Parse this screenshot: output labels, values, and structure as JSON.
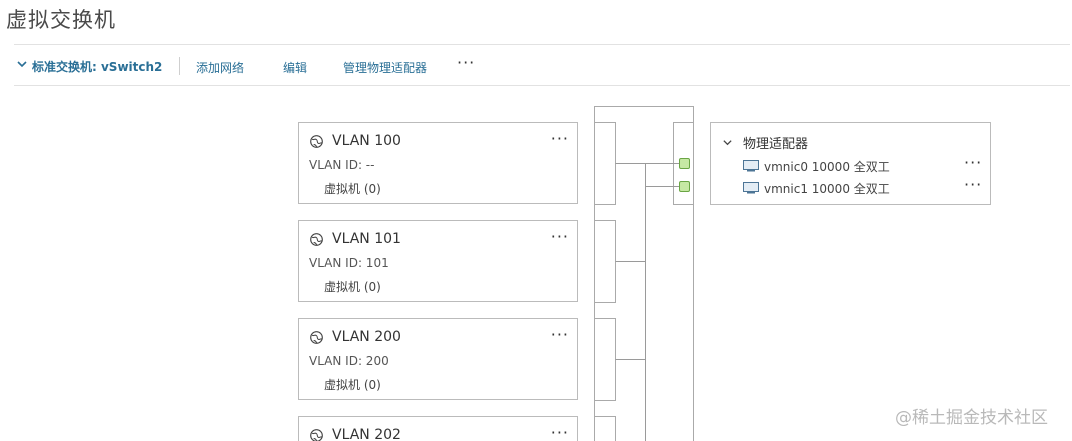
{
  "page": {
    "title": "虚拟交换机"
  },
  "toolbar": {
    "switch_label": "标准交换机: vSwitch2",
    "actions": [
      "添加网络",
      "编辑",
      "管理物理适配器"
    ],
    "more_label": "···"
  },
  "port_groups": [
    {
      "name": "VLAN 100",
      "vlan_id": "VLAN ID: --",
      "vms": "虚拟机 (0)",
      "more": "···"
    },
    {
      "name": "VLAN 101",
      "vlan_id": "VLAN ID: 101",
      "vms": "虚拟机 (0)",
      "more": "···"
    },
    {
      "name": "VLAN 200",
      "vlan_id": "VLAN ID: 200",
      "vms": "虚拟机 (0)",
      "more": "···"
    },
    {
      "name": "VLAN 202",
      "more": "···"
    }
  ],
  "physical_adapters": {
    "title": "物理适配器",
    "items": [
      {
        "label": "vmnic0 10000 全双工",
        "more": "···"
      },
      {
        "label": "vmnic1 10000 全双工",
        "more": "···"
      }
    ]
  },
  "colors": {
    "link": "#2a6f96",
    "port_fill": "#c6e8a4",
    "port_stroke": "#6aa544",
    "line": "#9a9a9a"
  },
  "watermark": "@稀土掘金技术社区"
}
